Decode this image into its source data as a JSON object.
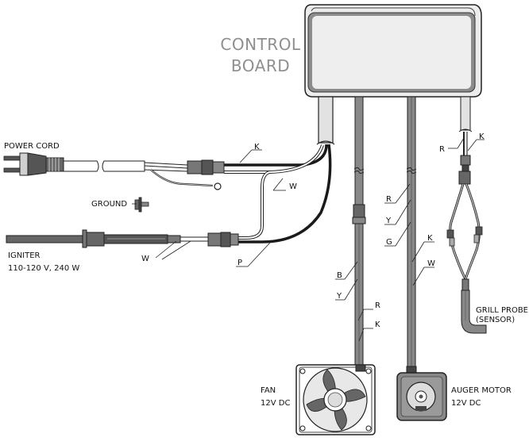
{
  "control_board": {
    "line1": "CONTROL",
    "line2": "BOARD"
  },
  "labels": {
    "power_cord": "POWER CORD",
    "ground": "GROUND",
    "igniter": "IGNITER",
    "igniter_spec": "110-120 V, 240 W",
    "fan": "FAN",
    "fan_spec": "12V DC",
    "auger_motor": "AUGER MOTOR",
    "auger_spec": "12V DC",
    "grill_probe": "GRILL PROBE",
    "grill_probe_sub": "(SENSOR)"
  },
  "wire_codes": {
    "power_k": "K",
    "power_w": "W",
    "igniter_w": "W",
    "igniter_p": "P",
    "fan_r_top": "R",
    "fan_y_top": "Y",
    "fan_b": "B",
    "fan_y": "Y",
    "fan_r": "R",
    "fan_k": "K",
    "auger_g": "G",
    "auger_k": "K",
    "auger_w": "W",
    "probe_r": "R",
    "probe_k": "K"
  }
}
